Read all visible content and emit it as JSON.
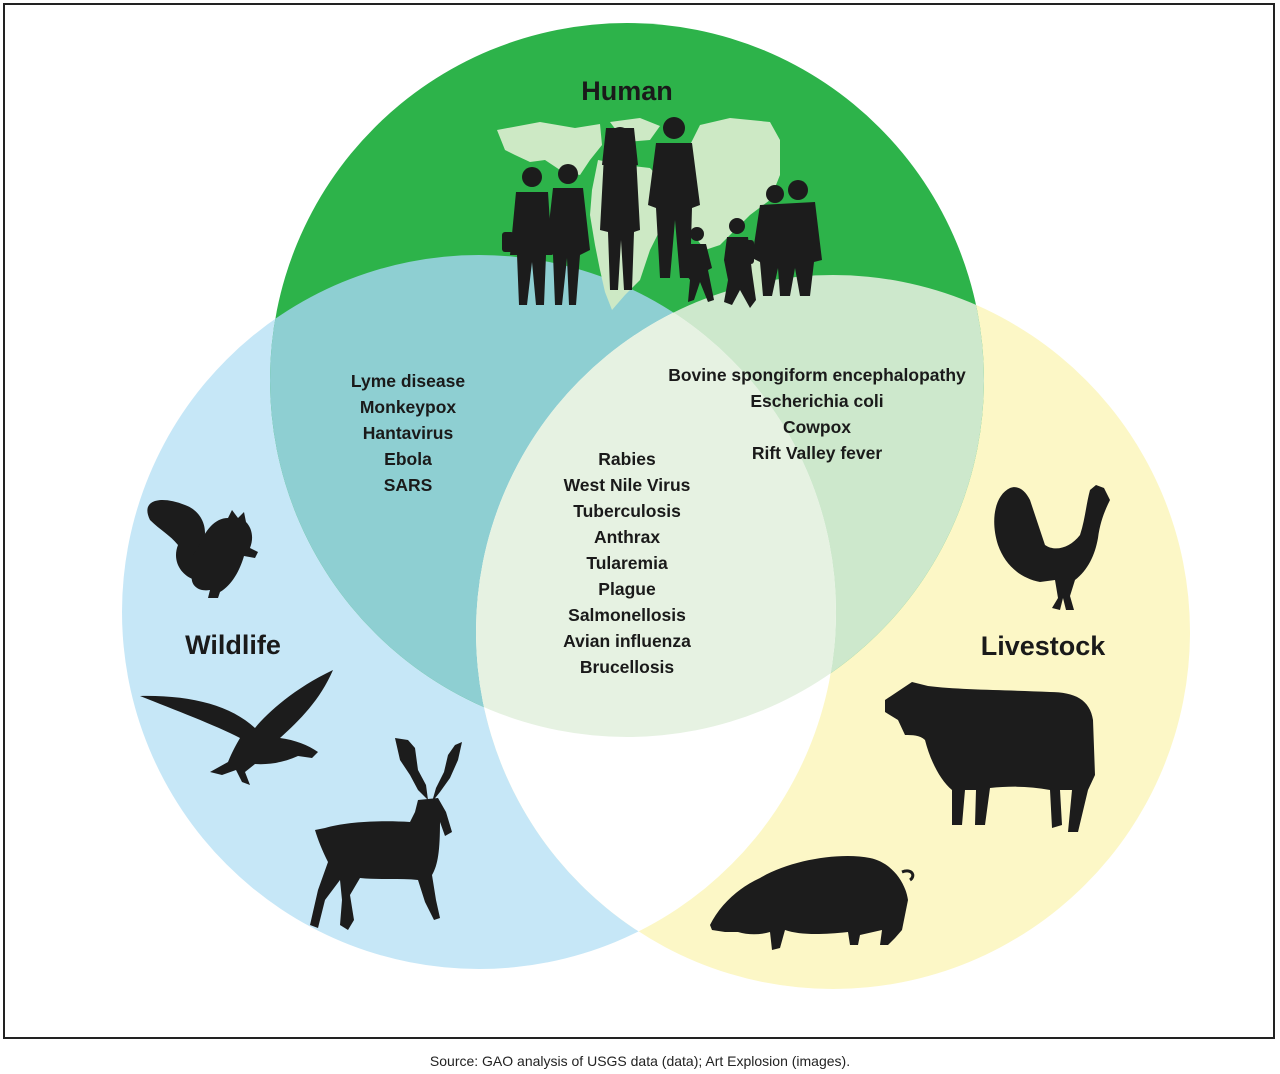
{
  "colors": {
    "human": "#2db34a",
    "wildlife": "#c6e7f7",
    "livestock": "#fcf7c6",
    "human_wildlife": "#8ecfd2",
    "human_livestock": "#cde8cc",
    "center": "#e6f2e2",
    "silhouette": "#1c1c1c",
    "map": "#cde9c5"
  },
  "circles": {
    "human": {
      "title": "Human"
    },
    "wildlife": {
      "title": "Wildlife"
    },
    "livestock": {
      "title": "Livestock"
    }
  },
  "overlaps": {
    "human_wildlife": [
      "Lyme disease",
      "Monkeypox",
      "Hantavirus",
      "Ebola",
      "SARS"
    ],
    "human_livestock": [
      "Bovine spongiform encephalopathy",
      "Escherichia coli",
      "Cowpox",
      "Rift Valley fever"
    ],
    "all_three": [
      "Rabies",
      "West Nile Virus",
      "Tuberculosis",
      "Anthrax",
      "Tularemia",
      "Plague",
      "Salmonellosis",
      "Avian influenza",
      "Brucellosis"
    ]
  },
  "icons": {
    "human": [
      "world-map-icon",
      "people-silhouettes-icon"
    ],
    "wildlife": [
      "squirrel-icon",
      "bird-icon",
      "deer-icon"
    ],
    "livestock": [
      "rooster-icon",
      "cow-icon",
      "pig-icon"
    ]
  },
  "source": "Source: GAO analysis of USGS data (data); Art Explosion (images)."
}
